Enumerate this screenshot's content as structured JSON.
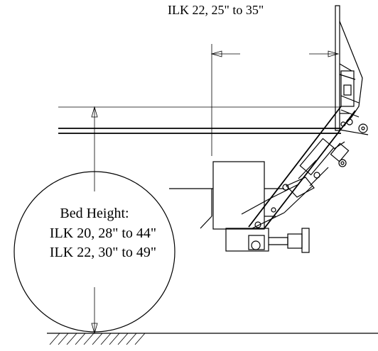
{
  "top_label": "ILK 22, 25\" to 35\"",
  "bed_height": {
    "title": "Bed Height:",
    "line1": "ILK 20, 28\" to 44\"",
    "line2": "ILK 22, 30\" to 49\""
  }
}
